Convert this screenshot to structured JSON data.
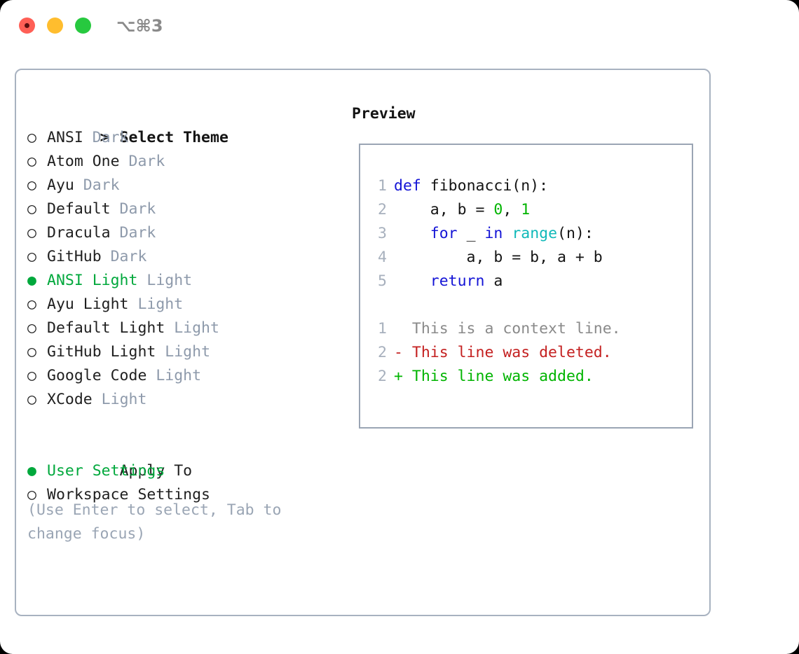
{
  "titlebar": {
    "shortcut": "⌥⌘3",
    "buttons": [
      {
        "name": "close",
        "color": "#ff5f56"
      },
      {
        "name": "minimize",
        "color": "#ffbd2e"
      },
      {
        "name": "maximize",
        "color": "#27c93f"
      }
    ]
  },
  "colors": {
    "accent_green": "#00a83c",
    "dim_gray": "#8e9aab",
    "hint_gray": "#9aa5b4",
    "border": "#a8b2c0",
    "keyword_blue": "#1414d6",
    "function_cyan": "#10b9b9",
    "number_green": "#00b400",
    "diff_delete_red": "#c42020",
    "diff_add_green": "#00b400"
  },
  "left": {
    "heading_marker": ">",
    "heading": "Select Theme",
    "bullet_unselected": "○",
    "bullet_selected": "●",
    "themes": [
      {
        "name": "ANSI",
        "variant": "Dark",
        "selected": false
      },
      {
        "name": "Atom One",
        "variant": "Dark",
        "selected": false
      },
      {
        "name": "Ayu",
        "variant": "Dark",
        "selected": false
      },
      {
        "name": "Default",
        "variant": "Dark",
        "selected": false
      },
      {
        "name": "Dracula",
        "variant": "Dark",
        "selected": false
      },
      {
        "name": "GitHub",
        "variant": "Dark",
        "selected": false
      },
      {
        "name": "ANSI Light",
        "variant": "Light",
        "selected": true
      },
      {
        "name": "Ayu Light",
        "variant": "Light",
        "selected": false
      },
      {
        "name": "Default Light",
        "variant": "Light",
        "selected": false
      },
      {
        "name": "GitHub Light",
        "variant": "Light",
        "selected": false
      },
      {
        "name": "Google Code",
        "variant": "Light",
        "selected": false
      },
      {
        "name": "XCode",
        "variant": "Light",
        "selected": false
      }
    ],
    "apply_to_heading": "Apply To",
    "apply_to_options": [
      {
        "label": "User Settings",
        "selected": true
      },
      {
        "label": "Workspace Settings",
        "selected": false
      }
    ],
    "hint": "(Use Enter to select, Tab to change focus)"
  },
  "right": {
    "preview_title": "Preview",
    "code_lines": [
      {
        "num": "1",
        "tokens": [
          {
            "t": "def",
            "c": "kw"
          },
          {
            "t": " fibonacci(n):",
            "c": "pln"
          }
        ]
      },
      {
        "num": "2",
        "tokens": [
          {
            "t": "    a, b = ",
            "c": "pln"
          },
          {
            "t": "0",
            "c": "num"
          },
          {
            "t": ", ",
            "c": "pln"
          },
          {
            "t": "1",
            "c": "num"
          }
        ]
      },
      {
        "num": "3",
        "tokens": [
          {
            "t": "    ",
            "c": "pln"
          },
          {
            "t": "for",
            "c": "kw"
          },
          {
            "t": " _ ",
            "c": "pln"
          },
          {
            "t": "in",
            "c": "kw"
          },
          {
            "t": " ",
            "c": "pln"
          },
          {
            "t": "range",
            "c": "fn"
          },
          {
            "t": "(n):",
            "c": "pln"
          }
        ]
      },
      {
        "num": "4",
        "tokens": [
          {
            "t": "        a, b = b, a + b",
            "c": "pln"
          }
        ]
      },
      {
        "num": "5",
        "tokens": [
          {
            "t": "    ",
            "c": "pln"
          },
          {
            "t": "return",
            "c": "kw"
          },
          {
            "t": " a",
            "c": "pln"
          }
        ]
      }
    ],
    "diff_lines": [
      {
        "num": "1",
        "sign": "  ",
        "text": "This is a context line.",
        "cls": "ctx"
      },
      {
        "num": "2",
        "sign": "- ",
        "text": "This line was deleted.",
        "cls": "del"
      },
      {
        "num": "2",
        "sign": "+ ",
        "text": "This line was added.",
        "cls": "add"
      }
    ]
  }
}
